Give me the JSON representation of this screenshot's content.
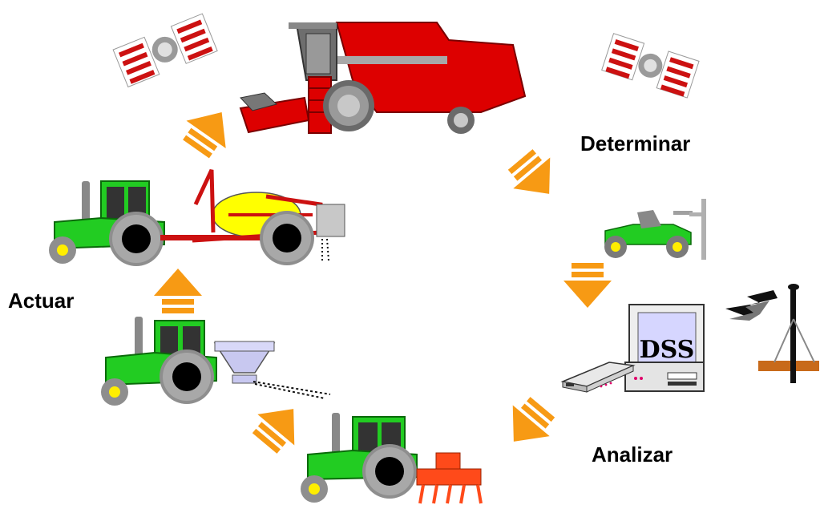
{
  "labels": {
    "determinar": "Determinar",
    "analizar": "Analizar",
    "actuar": "Actuar"
  },
  "computer_text": "DSS",
  "colors": {
    "arrow": "#F79A14",
    "tractor_green": "#22CC22",
    "combine_red": "#DD0000",
    "tank_yellow": "#FFFF00",
    "satellite_red": "#CC1111",
    "wheel_gray": "#9A9A9A",
    "hub_yellow": "#FFEE00",
    "screen_blue": "#D6D6FF",
    "spreader_lavender": "#C8C8F0",
    "soil_brown": "#C86A1A"
  },
  "icons": [
    "satellite-icon",
    "combine-harvester-icon",
    "satellite-icon",
    "small-tractor-sampler-icon",
    "dss-computer-icon",
    "gps-tripod-icon",
    "lightning-signal-icon",
    "seeding-tractor-icon",
    "spreader-tractor-icon",
    "sprayer-tractor-icon"
  ]
}
